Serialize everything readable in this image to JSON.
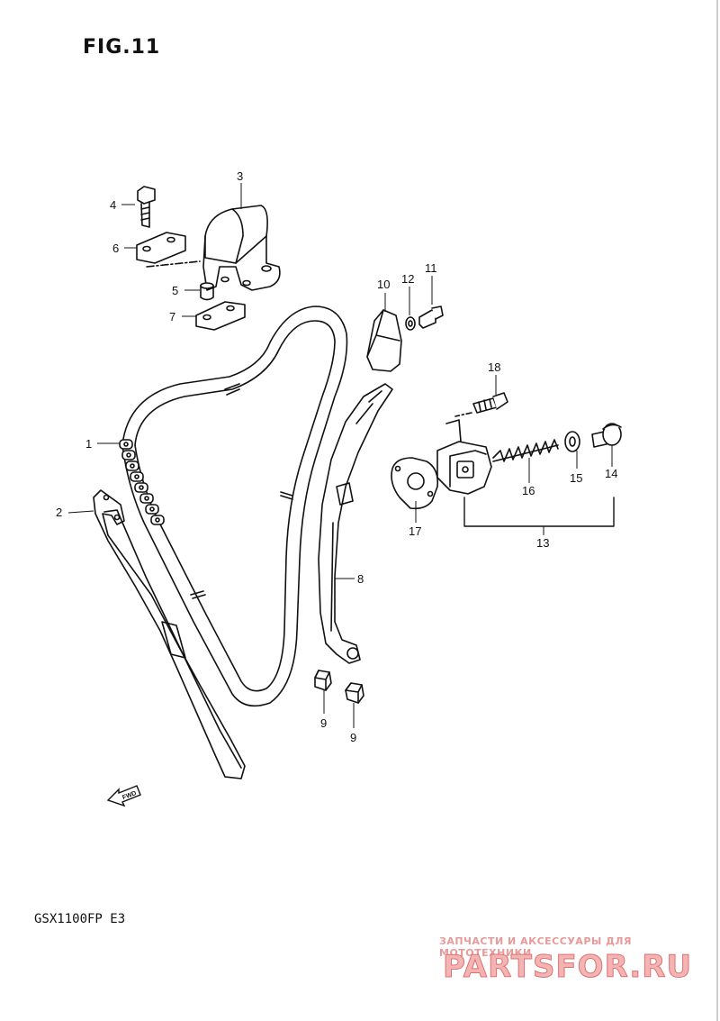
{
  "figure": {
    "title": "FIG.11",
    "model": "GSX1100FP  E3"
  },
  "callouts": {
    "c1": "1",
    "c2": "2",
    "c3": "3",
    "c4": "4",
    "c5": "5",
    "c6": "6",
    "c7": "7",
    "c8": "8",
    "c9a": "9",
    "c9b": "9",
    "c10": "10",
    "c11": "11",
    "c12": "12",
    "c13": "13",
    "c14": "14",
    "c15": "15",
    "c16": "16",
    "c17": "17",
    "c18": "18"
  },
  "direction_marker": "FWD",
  "watermark": {
    "tagline": "ЗАПЧАСТИ И АКСЕССУАРЫ ДЛЯ МОТОТЕХНИКИ",
    "logo": "PARTSFOR.RU",
    "color": "#e05050"
  }
}
